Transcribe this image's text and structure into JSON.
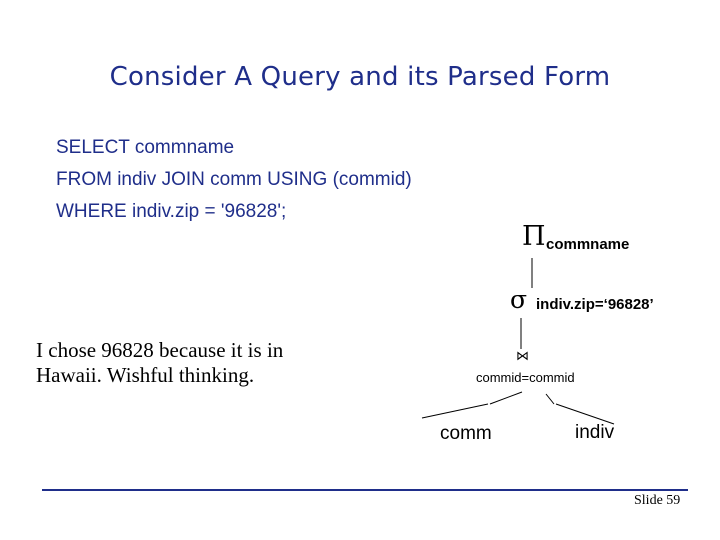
{
  "title": "Consider A Query and its Parsed Form",
  "sql": {
    "line1": "SELECT commname",
    "line2": "FROM indiv JOIN comm USING (commid)",
    "line3": "WHERE indiv.zip = '96828';"
  },
  "note": "I chose 96828 because it is in Hawaii.  Wishful thinking.",
  "tree": {
    "projection": {
      "symbol": "Π",
      "label": "commname"
    },
    "selection": {
      "symbol": "σ",
      "label": "indiv.zip=‘96828’"
    },
    "join": {
      "symbol": "⋈",
      "label": "commid=commid"
    },
    "left_leaf": "comm",
    "right_leaf": "indiv"
  },
  "slide_number": "Slide 59",
  "colors": {
    "title": "#1f2e8a",
    "sql_text": "#1f2e8a",
    "footer_line": "#1f2e8a"
  }
}
